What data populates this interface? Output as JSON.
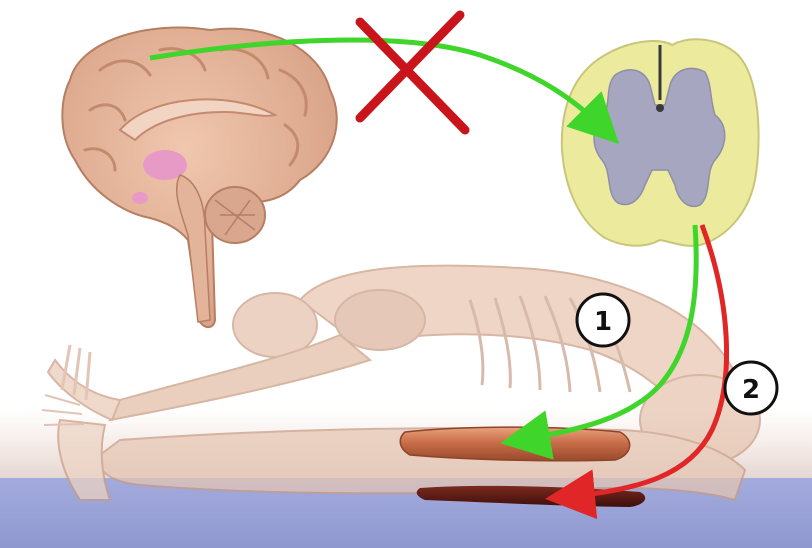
{
  "diagram": {
    "markers": {
      "pathway_1": "1",
      "pathway_2": "2"
    },
    "colors": {
      "descending_path": "#3fd52a",
      "reflex_path": "#e02626",
      "block_cross": "#c9141b",
      "spinal_white_matter": "#ecea9c",
      "spinal_grey_matter": "#a7a6c1",
      "brain": "#e6b79c",
      "floor": "#9aa3d6"
    },
    "icons": [
      "brain-illustration",
      "spinal-cord-cross-section",
      "seated-forward-bend-figure",
      "blocked-x-mark"
    ]
  }
}
